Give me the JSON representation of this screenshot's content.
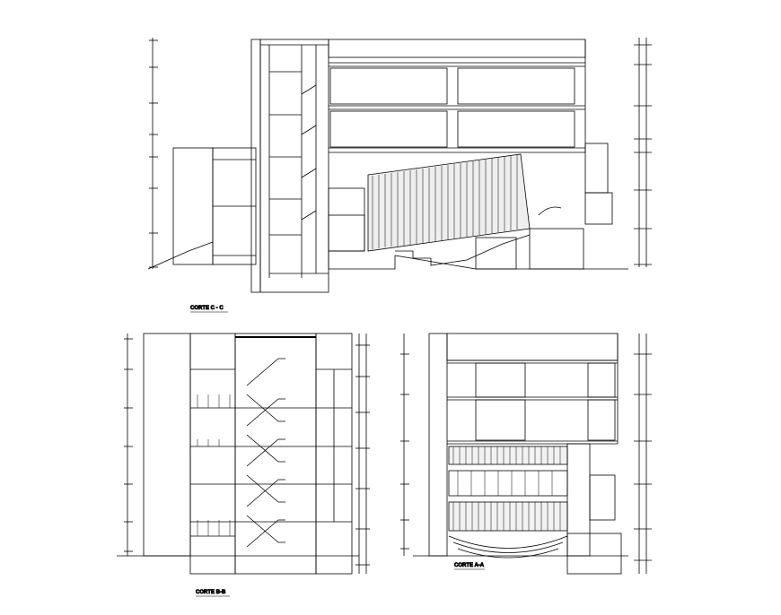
{
  "drawing": {
    "background": "#ffffff",
    "line_color": "#000000",
    "sections": [
      {
        "id": "c-c",
        "title": "CORTE C - C"
      },
      {
        "id": "b-b",
        "title": "CORTE B-B"
      },
      {
        "id": "a-a",
        "title": "CORTE A-A"
      }
    ]
  }
}
